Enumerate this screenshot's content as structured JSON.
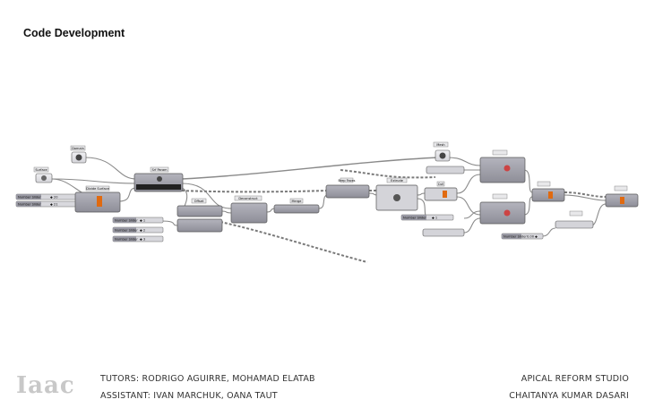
{
  "page": {
    "title": "Code Development"
  },
  "labels": {
    "surface": "Surface",
    "domain": "Domain",
    "divide_surface": "Divide Surface",
    "srf_param": "Srf Param",
    "offset": "Offset",
    "deconstruct": "Deconstruct",
    "merge": "Merge",
    "brep_faces": "Brep Faces",
    "extrude": "Extrude",
    "cull": "Cull",
    "mesh": "Mesh"
  },
  "params": {
    "nslider_1": "Number Slider",
    "nslider_1_value": "◆ 20",
    "nslider_2": "Number Slider",
    "nslider_2_value": "◆ 21",
    "nslider_3": "Number Slider",
    "nslider_3_value": "◆ 1",
    "nslider_4": "Number Slider",
    "nslider_4_value": "◆ 2",
    "nslider_5": "Number Slider",
    "nslider_5_value": "◆ 3",
    "nslider_6": "Number Slider",
    "nslider_6_value": "◆ 1",
    "nslider_7": "Number Slider",
    "nslider_7_value": "0.00 ◆"
  },
  "footer": {
    "tutors": "TUTORS: RODRIGO AGUIRRE, MOHAMAD ELATAB",
    "assistant": "ASSISTANT: IVAN MARCHUK, OANA TAUT",
    "studio": "APICAL REFORM STUDIO",
    "author": "CHAITANYA KUMAR DASARI",
    "logo_text": "Iaac"
  },
  "colors": {
    "node_fill": "#9a9aa4",
    "node_border": "#555560",
    "wire": "#8a8a8a",
    "accent": "#e06a10"
  }
}
